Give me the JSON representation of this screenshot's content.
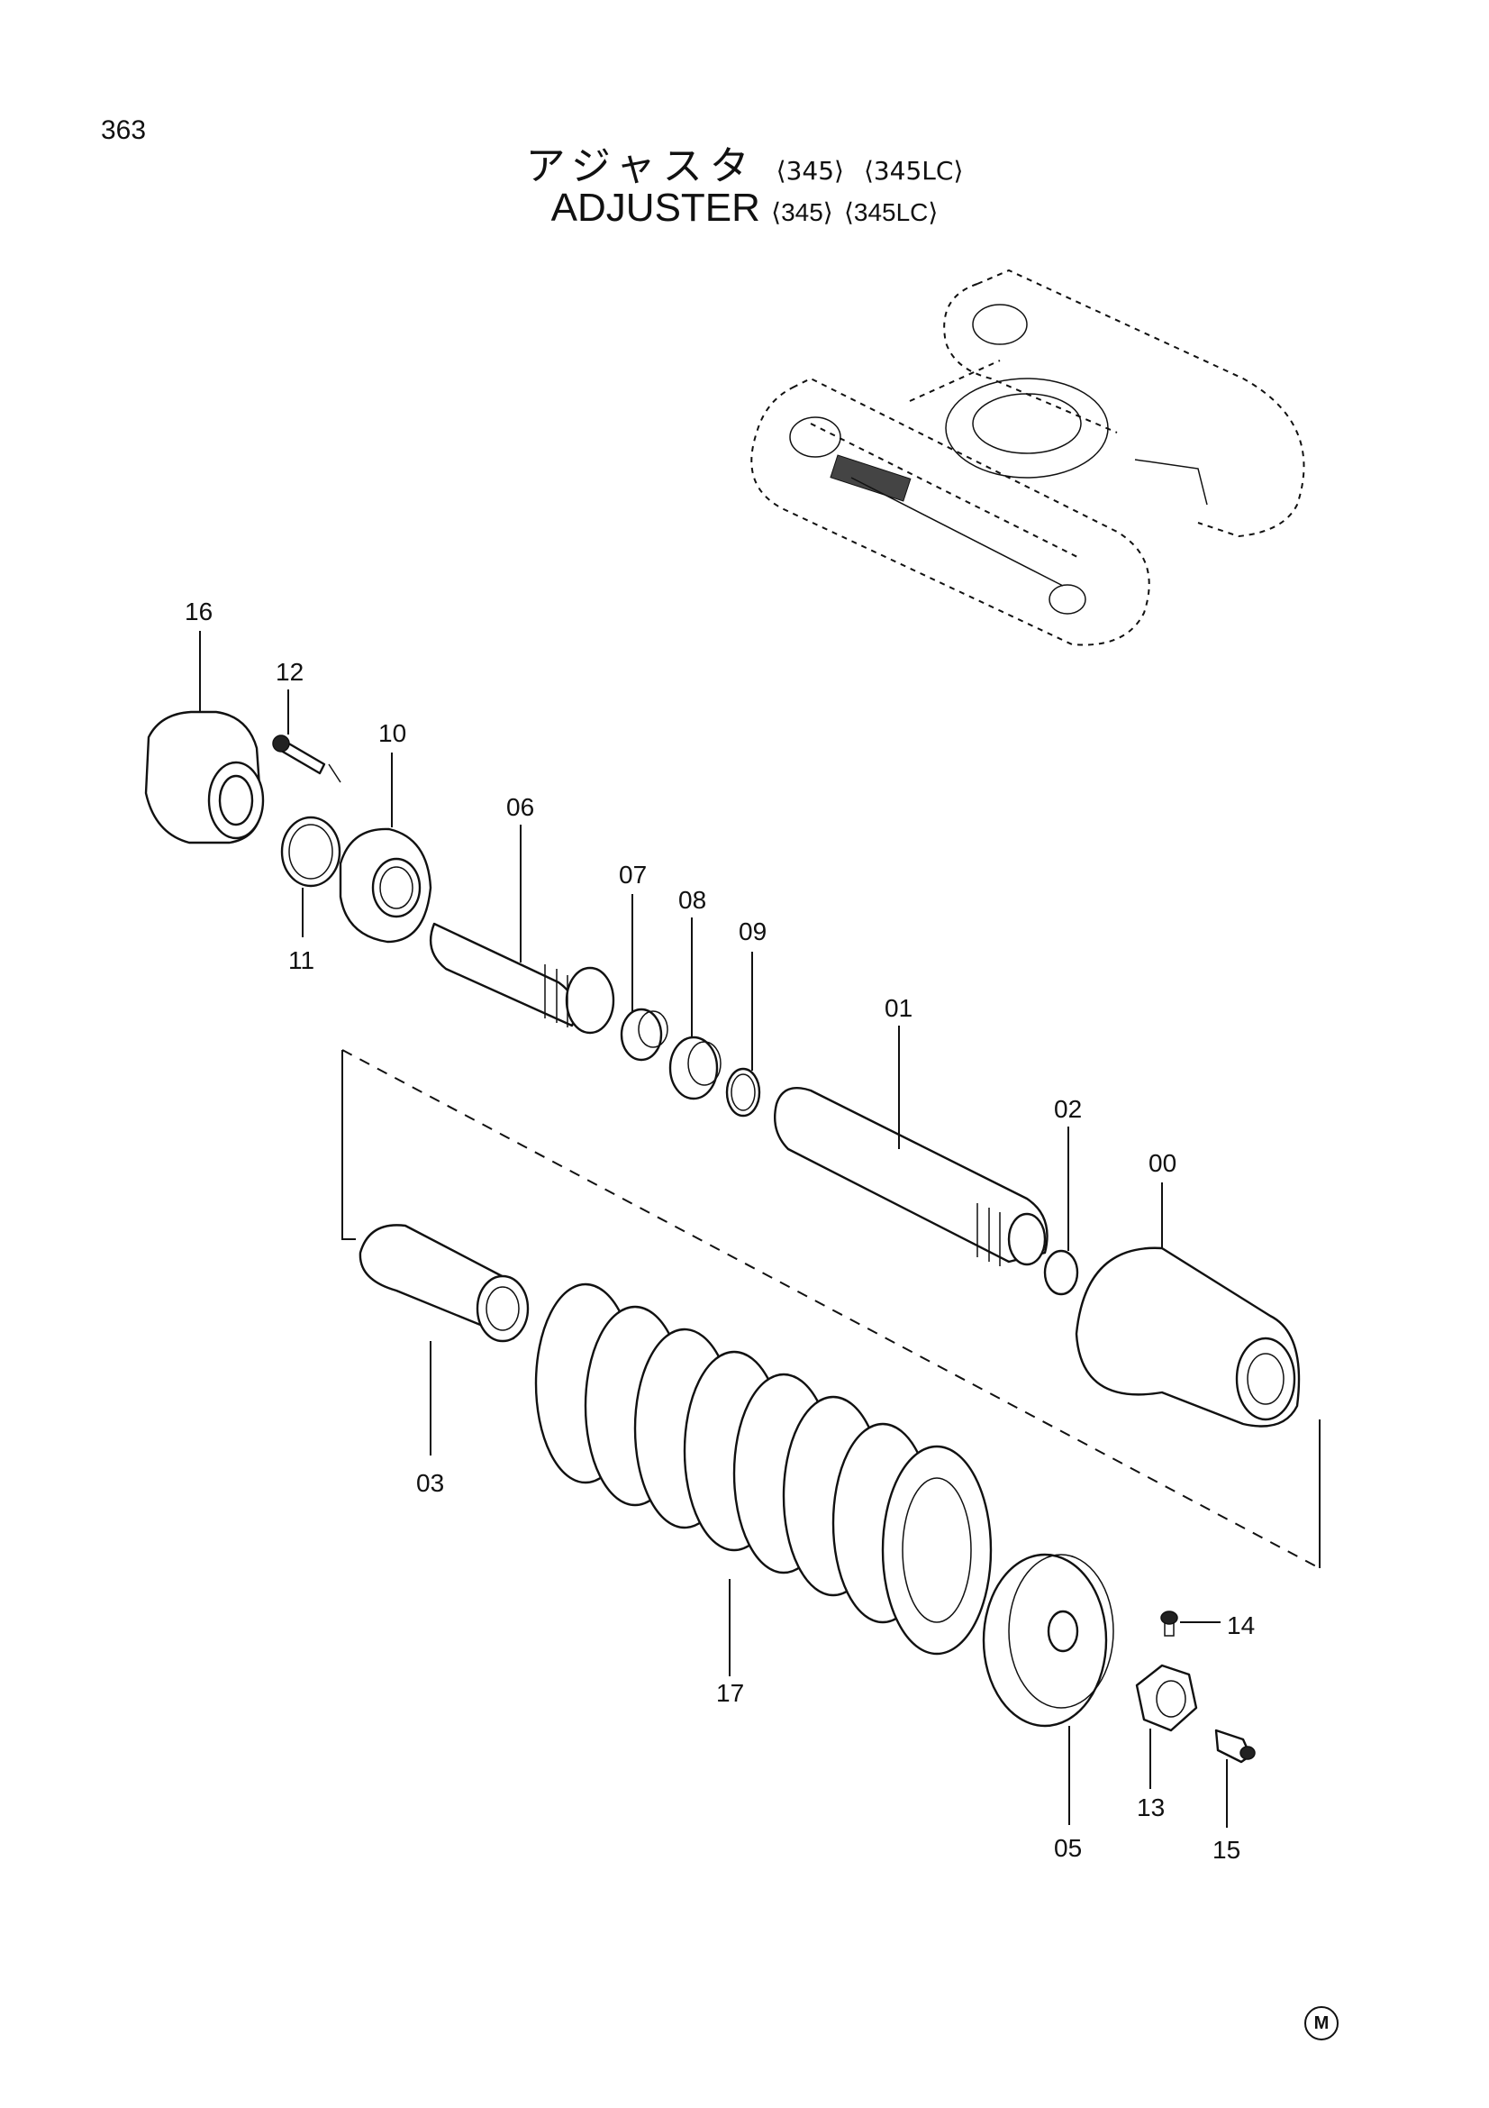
{
  "page": {
    "number": "363"
  },
  "title": {
    "ja_name": "アジャスタ",
    "en_name": "ADJUSTER",
    "variants": [
      "⟨345⟩",
      "⟨345LC⟩"
    ]
  },
  "callouts": [
    "16",
    "12",
    "10",
    "06",
    "07",
    "08",
    "09",
    "01",
    "02",
    "00",
    "11",
    "03",
    "17",
    "14",
    "13",
    "05",
    "15"
  ],
  "maker_mark": "M"
}
